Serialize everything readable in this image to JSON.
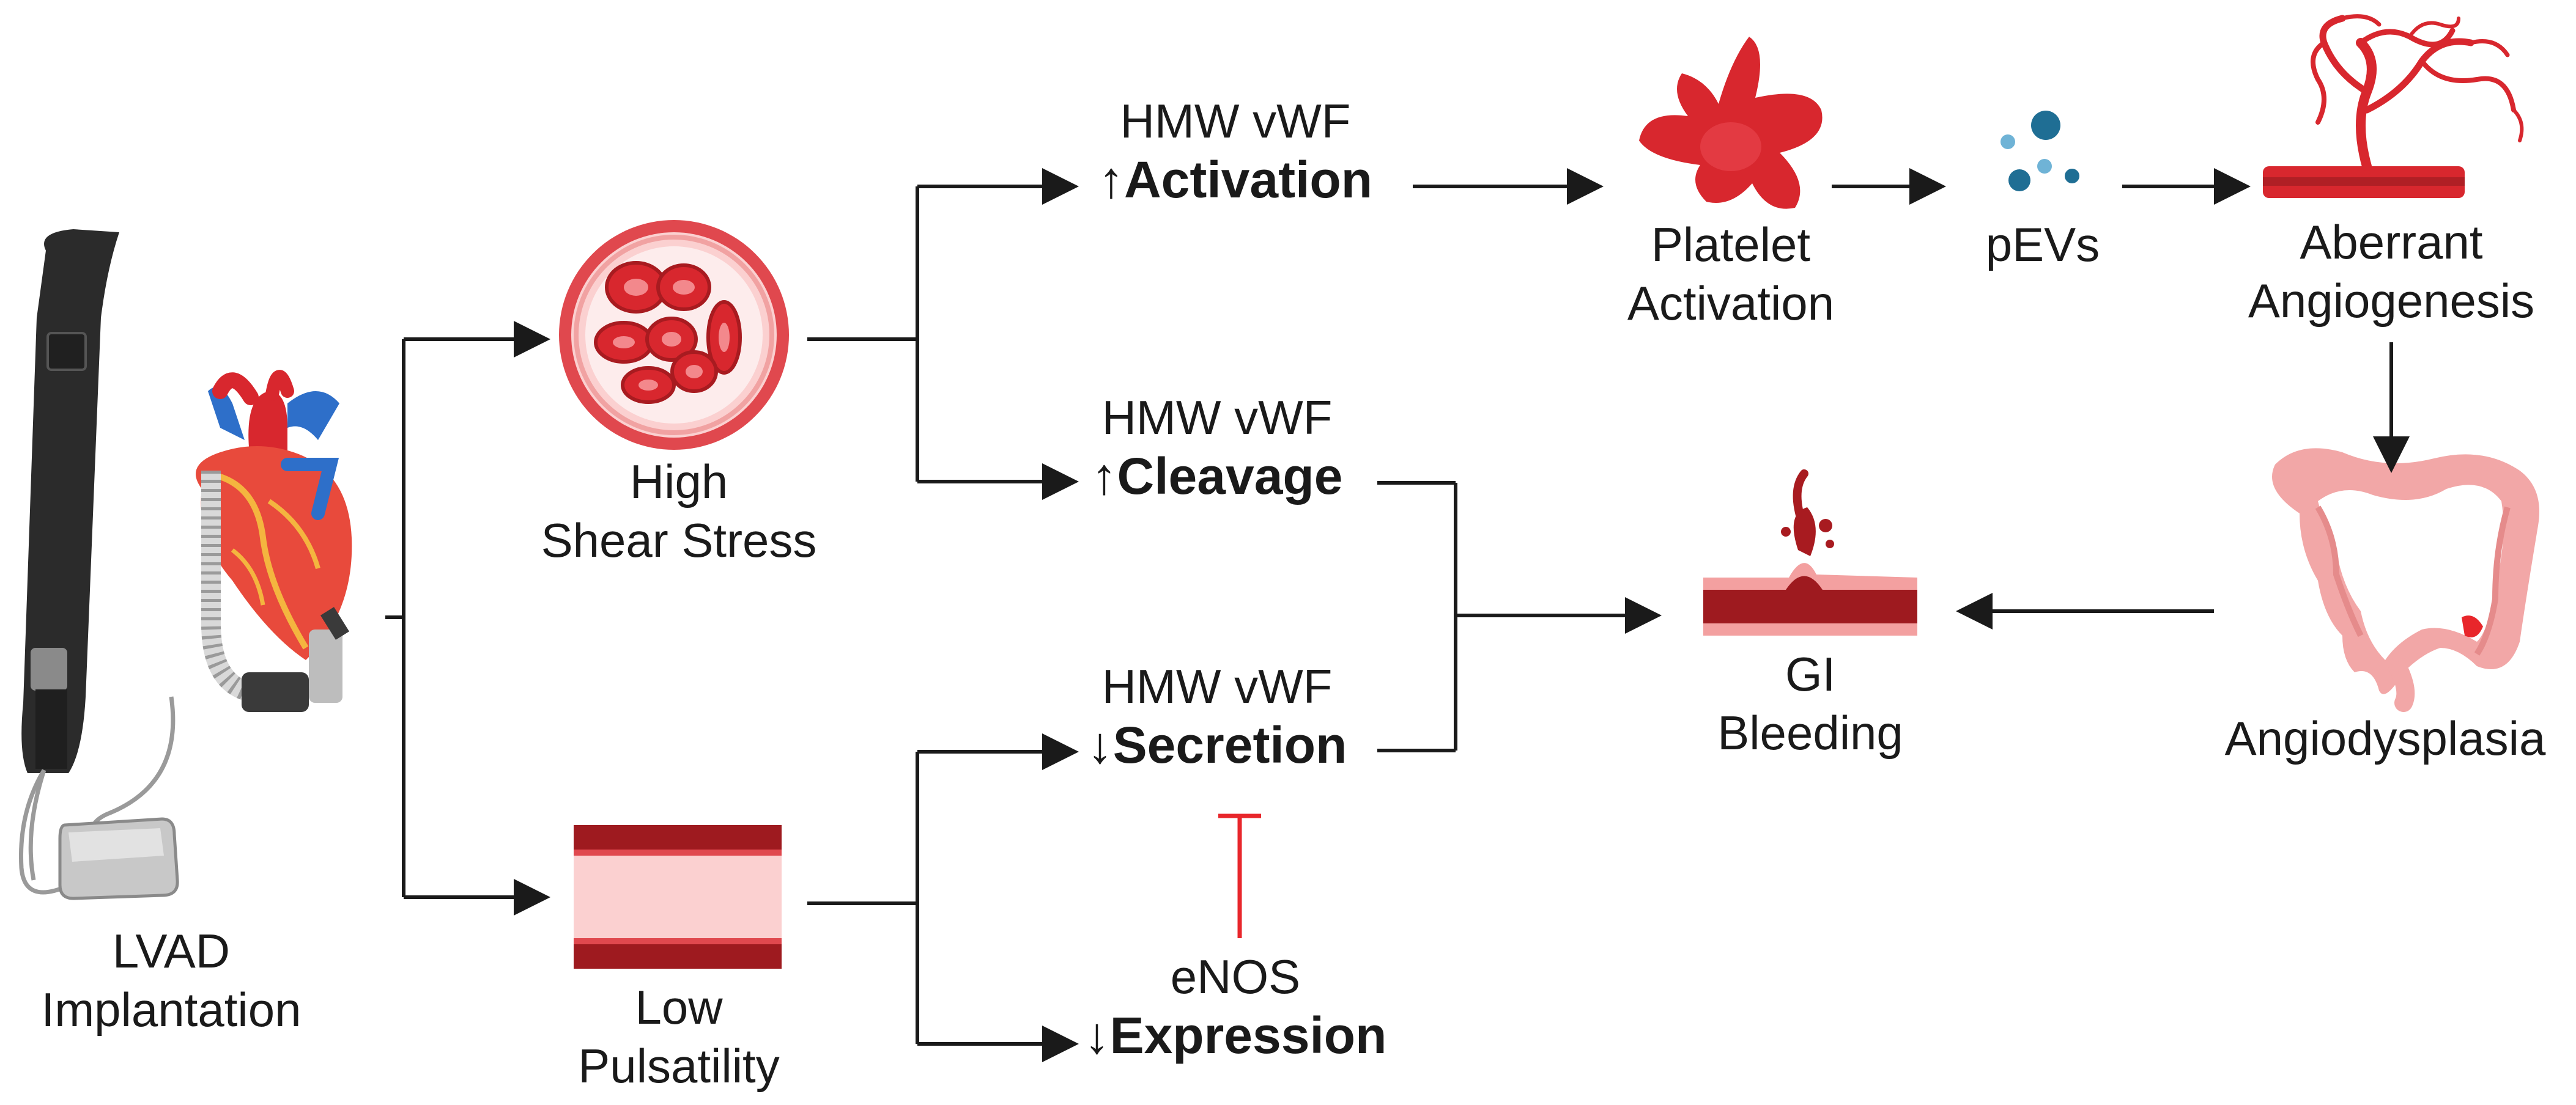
{
  "nodes": {
    "lvad": {
      "line1": "LVAD",
      "line2": "Implantation"
    },
    "shear": {
      "line1": "High",
      "line2": "Shear Stress"
    },
    "pulsatility": {
      "line1": "Low",
      "line2": "Pulsatility"
    },
    "activation": {
      "top": "HMW vWF",
      "arrow": "↑",
      "action": "Activation"
    },
    "cleavage": {
      "top": "HMW vWF",
      "arrow": "↑",
      "action": "Cleavage"
    },
    "secretion": {
      "top": "HMW vWF",
      "arrow": "↓",
      "action": "Secretion"
    },
    "enos": {
      "top": "eNOS",
      "arrow": "↓",
      "action": "Expression"
    },
    "platelet": {
      "line1": "Platelet",
      "line2": "Activation"
    },
    "pevs": {
      "line1": "pEVs"
    },
    "angiogenesis": {
      "line1": "Aberrant",
      "line2": "Angiogenesis"
    },
    "gi": {
      "line1": "GI",
      "line2": "Bleeding"
    },
    "angiodysplasia": {
      "line1": "Angiodysplasia"
    }
  },
  "colors": {
    "arrow": "#1a1a1a",
    "inhibition": "#e8262b",
    "blood_red": "#d8272e",
    "dark_red": "#9e1a1f",
    "vessel_pink": "#fbd5d5",
    "pev_blue": "#1f6e94",
    "colon_pink": "#f2a7a7",
    "device_gray": "#3a3a3a"
  },
  "icons": [
    "lvad-device-icon",
    "heart-icon",
    "blood-vessel-cross-section-icon",
    "vessel-wall-icon",
    "platelet-icon",
    "pevs-icon",
    "angiogenesis-vessel-icon",
    "bleeding-vessel-icon",
    "colon-icon"
  ]
}
